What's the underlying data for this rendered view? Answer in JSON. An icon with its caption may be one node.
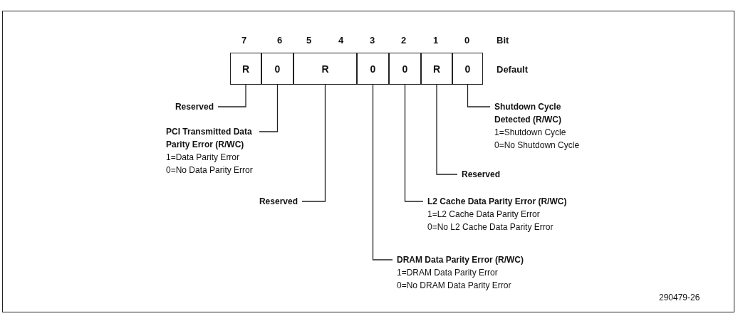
{
  "diagram": {
    "nodes": [
      {
        "text": [
          "R"
        ]
      },
      {
        "text": [
          "0"
        ]
      },
      {
        "text": [
          "R"
        ]
      },
      {
        "text": [
          "0"
        ]
      },
      {
        "text": [
          "0"
        ]
      },
      {
        "text": [
          "R"
        ]
      },
      {
        "text": [
          "0"
        ]
      },
      {
        "text": [
          "Reserved"
        ]
      },
      {
        "text": [
          "Shutdown Cycle Detected (R/WC)",
          "1=Shutdown Cycle",
          "0=No Shutdown Cycle"
        ]
      },
      {
        "text": [
          "PCI Transmitted Data Parity Error (R/WC)",
          "1=Data Parity Error",
          "0=No Data Parity Error"
        ]
      },
      {
        "text": [
          "Reserved"
        ]
      },
      {
        "text": [
          "Reserved"
        ]
      },
      {
        "text": [
          "L2 Cache Data Parity Error (R/WC)",
          "1=L2 Cache Data Parity Error",
          "0=No L2 Cache Data Parity Error"
        ]
      },
      {
        "text": [
          "DRAM Data Parity Error (R/WC)",
          "1=DRAM Data Parity Error",
          "0=No DRAM Data Parity Error"
        ]
      }
    ],
    "edges": [
      {
        "from": 7,
        "to": 0,
        "arrow": "none"
      },
      {
        "from": 8,
        "to": 6,
        "arrow": "none"
      },
      {
        "from": 9,
        "to": 1,
        "arrow": "none"
      },
      {
        "from": 10,
        "to": 5,
        "arrow": "none"
      },
      {
        "from": 11,
        "to": 2,
        "arrow": "none"
      },
      {
        "from": 12,
        "to": 4,
        "arrow": "none"
      },
      {
        "from": 13,
        "to": 3,
        "arrow": "none"
      }
    ],
    "labels": [
      "7",
      "6",
      "5",
      "4",
      "3",
      "2",
      "1",
      "0",
      "Bit",
      "Default",
      "290479-26"
    ]
  }
}
